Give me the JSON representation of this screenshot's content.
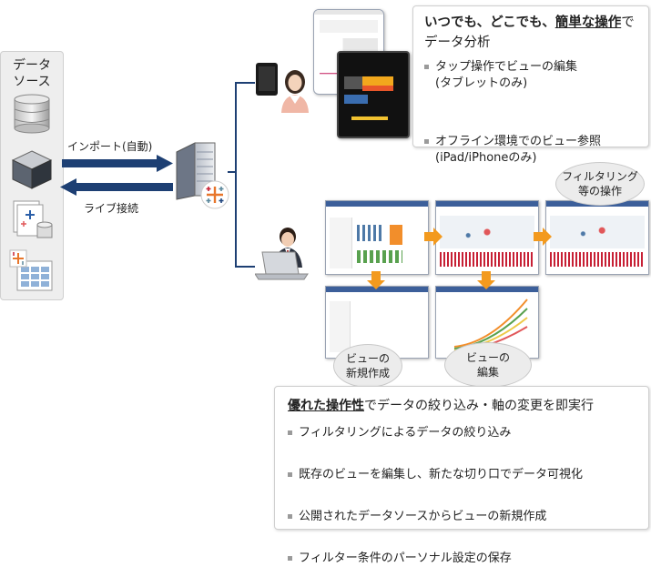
{
  "data_source": {
    "title": "データ\nソース"
  },
  "connections": {
    "import_label": "インポート(自動)",
    "live_label": "ライブ接続"
  },
  "mobile_box": {
    "title_bold": "いつでも、どこでも、",
    "title_underlined": "簡単な操作",
    "title_suffix": "で",
    "title_line2": "データ分析",
    "bullets": [
      "タップ操作でビューの編集\n(タブレットのみ)",
      "オフライン環境でのビュー参照\n(iPad/iPhoneのみ)"
    ]
  },
  "bubbles": {
    "filtering": "フィルタリング\n等の操作",
    "new_view": "ビューの\n新規作成",
    "edit_view": "ビューの\n編集"
  },
  "desktop_box": {
    "title_underlined": "優れた操作性",
    "title_suffix": "でデータの絞り込み・軸の変更を即実行",
    "bullets": [
      "フィルタリングによるデータの絞り込み",
      "既存のビューを編集し、新たな切り口でデータ可視化",
      "公開されたデータソースからビューの新規作成",
      "フィルター条件のパーソナル設定の保存"
    ]
  },
  "colors": {
    "navy": "#1d3f73",
    "orange": "#f39a1e",
    "panel_gray": "#eeeeee"
  },
  "icons": [
    "database-icon",
    "cube-icon",
    "tableau-files-icon",
    "tableau-grid-icon",
    "server-icon",
    "tableau-logo-icon",
    "tablet-icon",
    "woman-avatar",
    "man-avatar",
    "laptop-icon"
  ]
}
